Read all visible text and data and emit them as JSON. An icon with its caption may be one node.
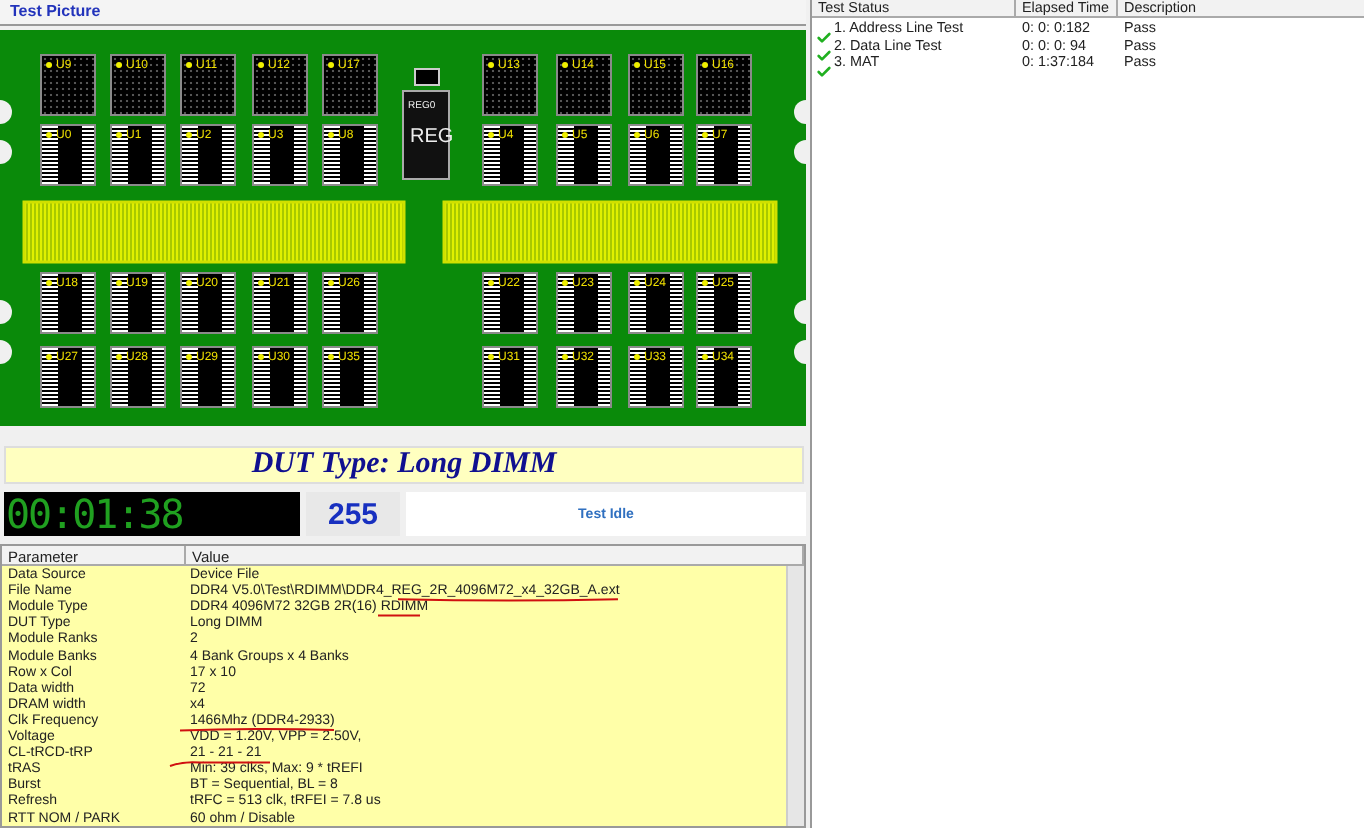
{
  "diagram": {
    "nodes": [
      {
        "text": [
          "U9"
        ]
      },
      {
        "text": [
          "U10"
        ]
      },
      {
        "text": [
          "U11"
        ]
      },
      {
        "text": [
          "U12"
        ]
      },
      {
        "text": [
          "U17"
        ]
      },
      {
        "text": [
          "REG0",
          "REG"
        ]
      },
      {
        "text": [
          "U13"
        ]
      },
      {
        "text": [
          "U14"
        ]
      },
      {
        "text": [
          "U15"
        ]
      },
      {
        "text": [
          "U16"
        ]
      },
      {
        "text": [
          "U0"
        ]
      },
      {
        "text": [
          "U1"
        ]
      },
      {
        "text": [
          "U2"
        ]
      },
      {
        "text": [
          "U3"
        ]
      },
      {
        "text": [
          "U8"
        ]
      },
      {
        "text": [
          "U4"
        ]
      },
      {
        "text": [
          "U5"
        ]
      },
      {
        "text": [
          "U6"
        ]
      },
      {
        "text": [
          "U7"
        ]
      },
      {
        "text": [
          "U18"
        ]
      },
      {
        "text": [
          "U19"
        ]
      },
      {
        "text": [
          "U20"
        ]
      },
      {
        "text": [
          "U21"
        ]
      },
      {
        "text": [
          "U26"
        ]
      },
      {
        "text": [
          "U22"
        ]
      },
      {
        "text": [
          "U23"
        ]
      },
      {
        "text": [
          "U24"
        ]
      },
      {
        "text": [
          "U25"
        ]
      },
      {
        "text": [
          "U27"
        ]
      },
      {
        "text": [
          "U28"
        ]
      },
      {
        "text": [
          "U29"
        ]
      },
      {
        "text": [
          "U30"
        ]
      },
      {
        "text": [
          "U35"
        ]
      },
      {
        "text": [
          "U31"
        ]
      },
      {
        "text": [
          "U32"
        ]
      },
      {
        "text": [
          "U33"
        ]
      },
      {
        "text": [
          "U34"
        ]
      }
    ],
    "labels": [
      "Test Picture",
      "DUT Type: Long DIMM",
      "00:01:38",
      "255",
      "Test Idle",
      "Parameter",
      "Value",
      "Data Source",
      "Device File",
      "File Name",
      "DDR4 V5.0\\Test\\RDIMM\\DDR4_REG_2R_4096M72_x4_32GB_A.ext",
      "Module Type",
      "DDR4 4096M72 32GB 2R(16) RDIMM",
      "DUT Type",
      "Long DIMM",
      "Module Ranks",
      "2",
      "Module Banks",
      "4 Bank Groups x 4 Banks",
      "Row x Col",
      "17 x 10",
      "Data width",
      "72",
      "DRAM width",
      "x4",
      "Clk Frequency",
      "1466Mhz (DDR4-2933)",
      "Voltage",
      "VDD = 1.20V, VPP = 2.50V,",
      "CL-tRCD-tRP",
      "21 - 21 - 21",
      "tRAS",
      "Min: 39 clks, Max: 9 * tREFI",
      "Burst",
      "BT = Sequential, BL = 8",
      "Refresh",
      "tRFC = 513 clk, tRFEI = 7.8 us",
      "RTT NOM / PARK",
      "60 ohm / Disable",
      "Test Status",
      "Elapsed Time",
      "Description",
      "1. Address Line Test",
      "0: 0: 0:182",
      "Pass",
      "2. Data Line Test",
      "0: 0: 0: 94",
      "Pass",
      "3. MAT",
      "0: 1:37:184",
      "Pass"
    ]
  }
}
